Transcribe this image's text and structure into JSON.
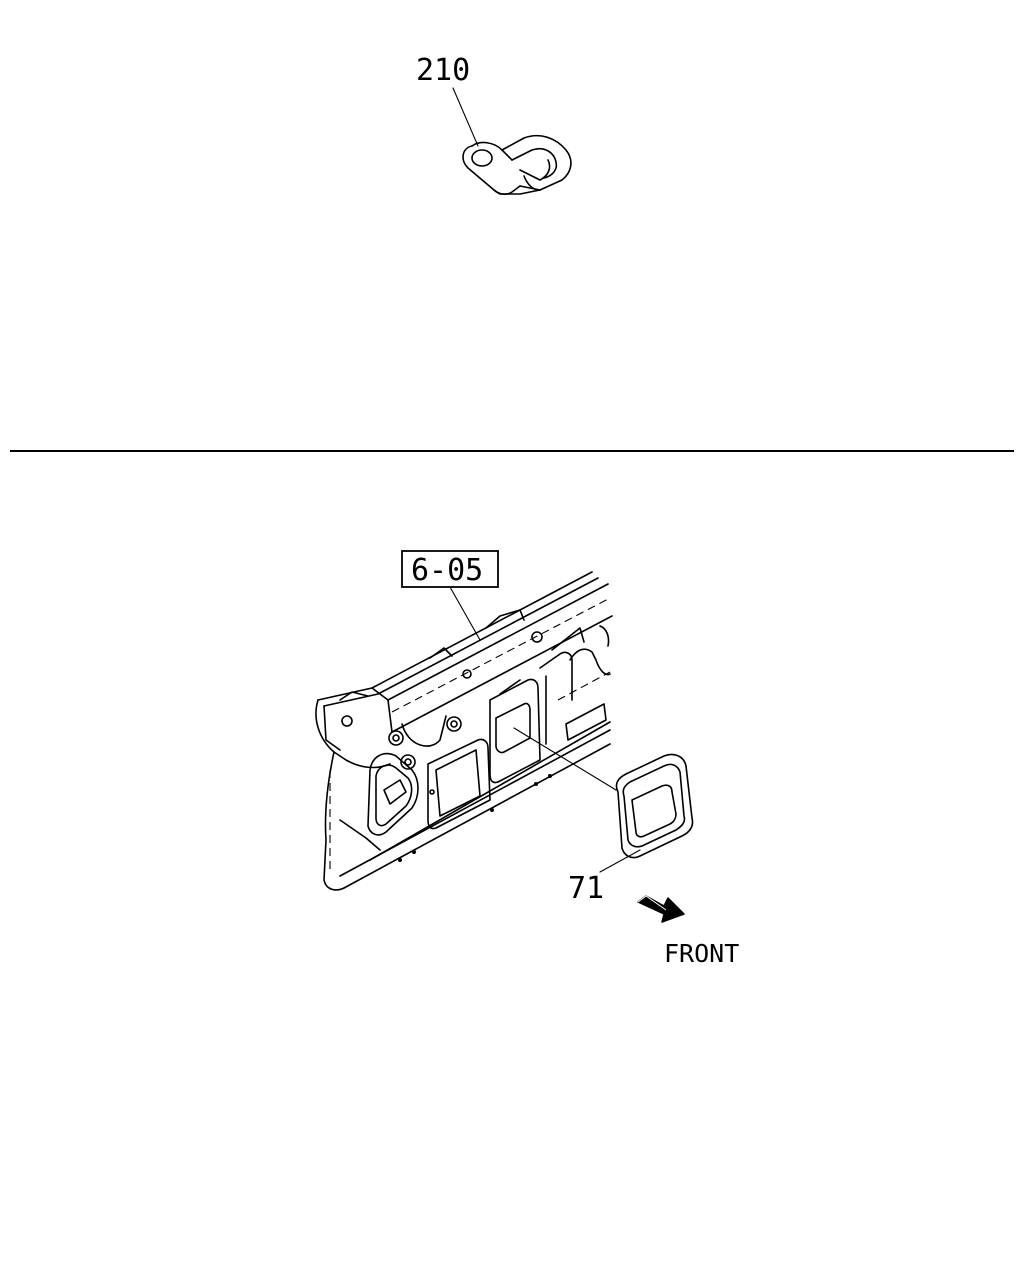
{
  "callouts": {
    "clip_part_number": "210",
    "reference_label": "6-05",
    "grommet_part_number": "71"
  },
  "direction": {
    "label": "FRONT"
  },
  "colors": {
    "ink": "#000000",
    "paper": "#ffffff"
  }
}
